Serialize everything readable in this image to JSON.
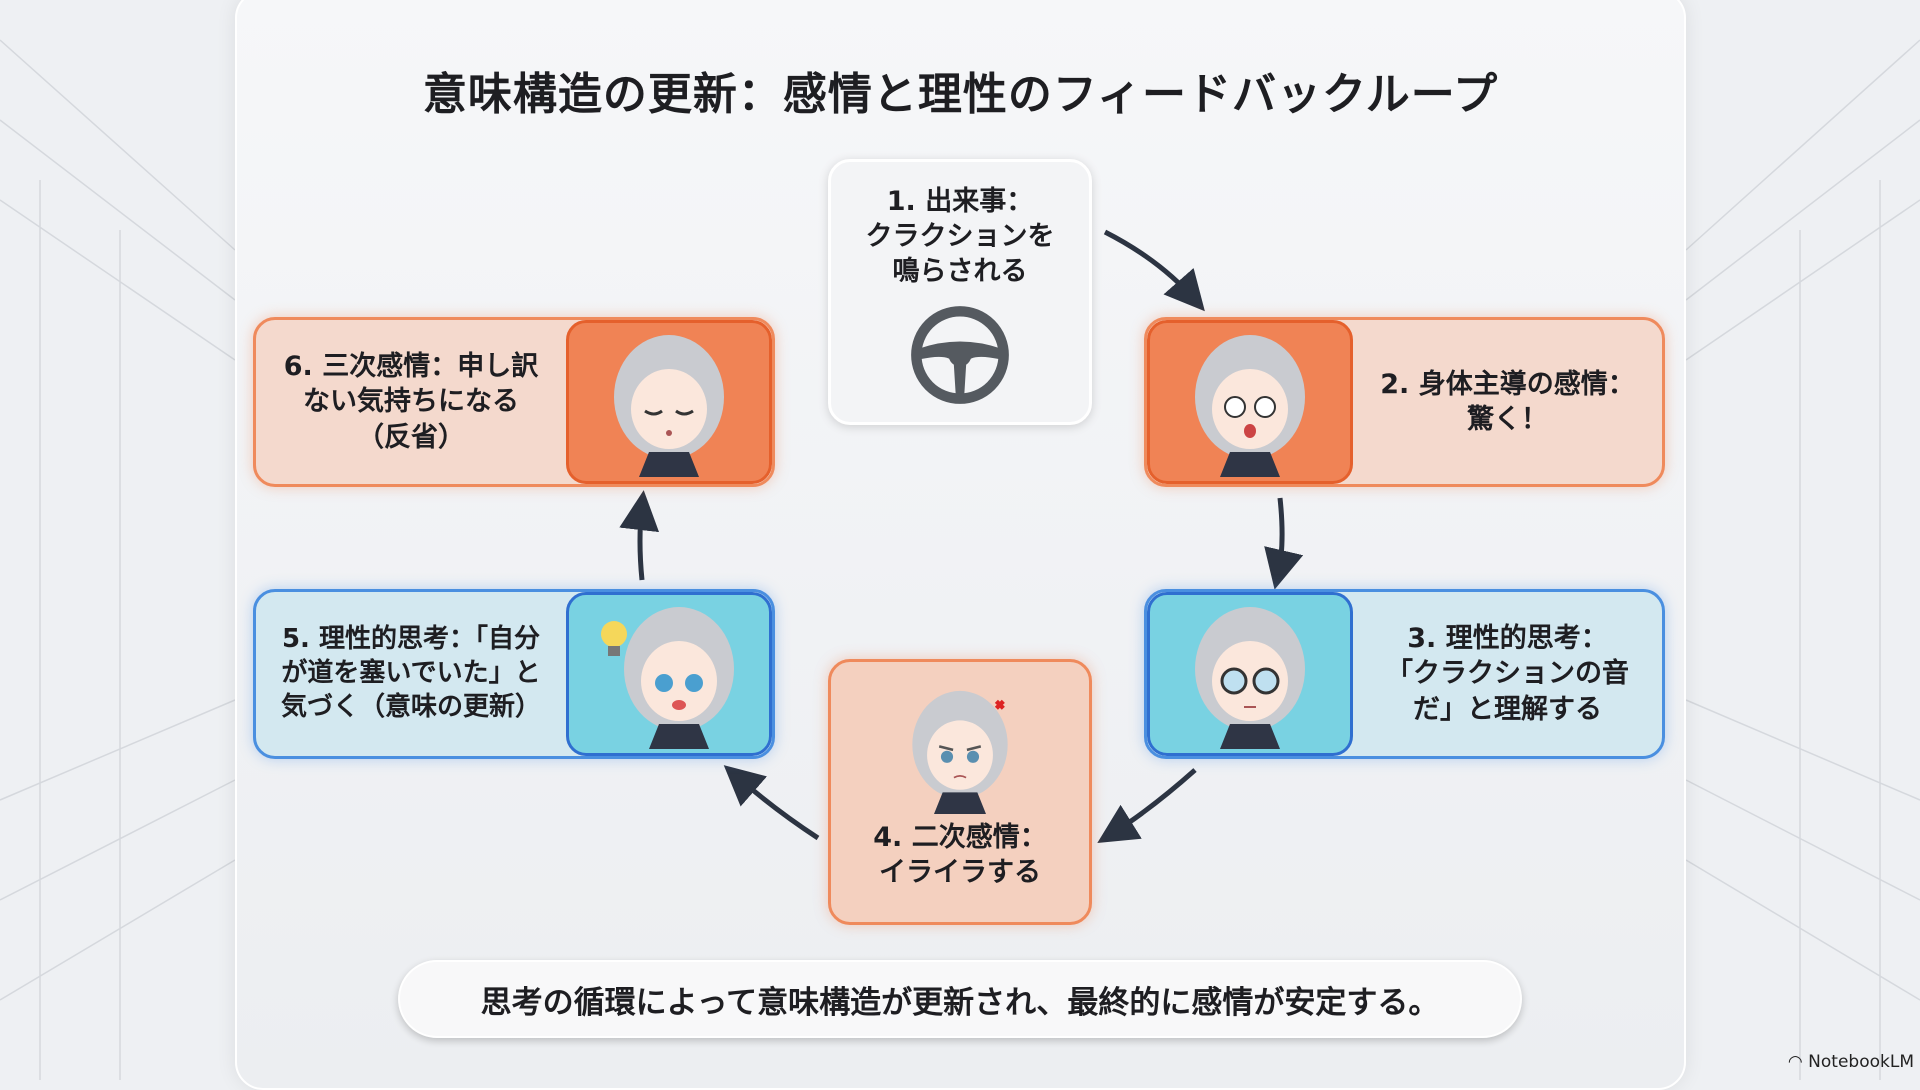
{
  "title": "意味構造の更新：感情と理性のフィードバックループ",
  "steps": [
    {
      "label": "1. 出来事：\nクラクションを\n鳴らされる",
      "icon": "steering-wheel-icon"
    },
    {
      "label": "2. 身体主導の感情：\n驚く！",
      "icon": "surprised-character"
    },
    {
      "label": "3. 理性的思考：\n「クラクションの音\nだ」と理解する",
      "icon": "thinking-character"
    },
    {
      "label": "4. 二次感情：\nイライラする",
      "icon": "annoyed-character"
    },
    {
      "label": "5. 理性的思考：「自分\nが道を塞いでいた」と\n気づく（意味の更新）",
      "icon": "lightbulb-character"
    },
    {
      "label": "6. 三次感情：申し訳\nない気持ちになる\n（反省）",
      "icon": "sorry-character"
    }
  ],
  "summary": "思考の循環によって意味構造が更新され、最終的に感情が安定する。",
  "watermark": "NotebookLM",
  "colors": {
    "orange": "#f08355",
    "blue": "#79d2e2",
    "arrow": "#2c3442"
  }
}
